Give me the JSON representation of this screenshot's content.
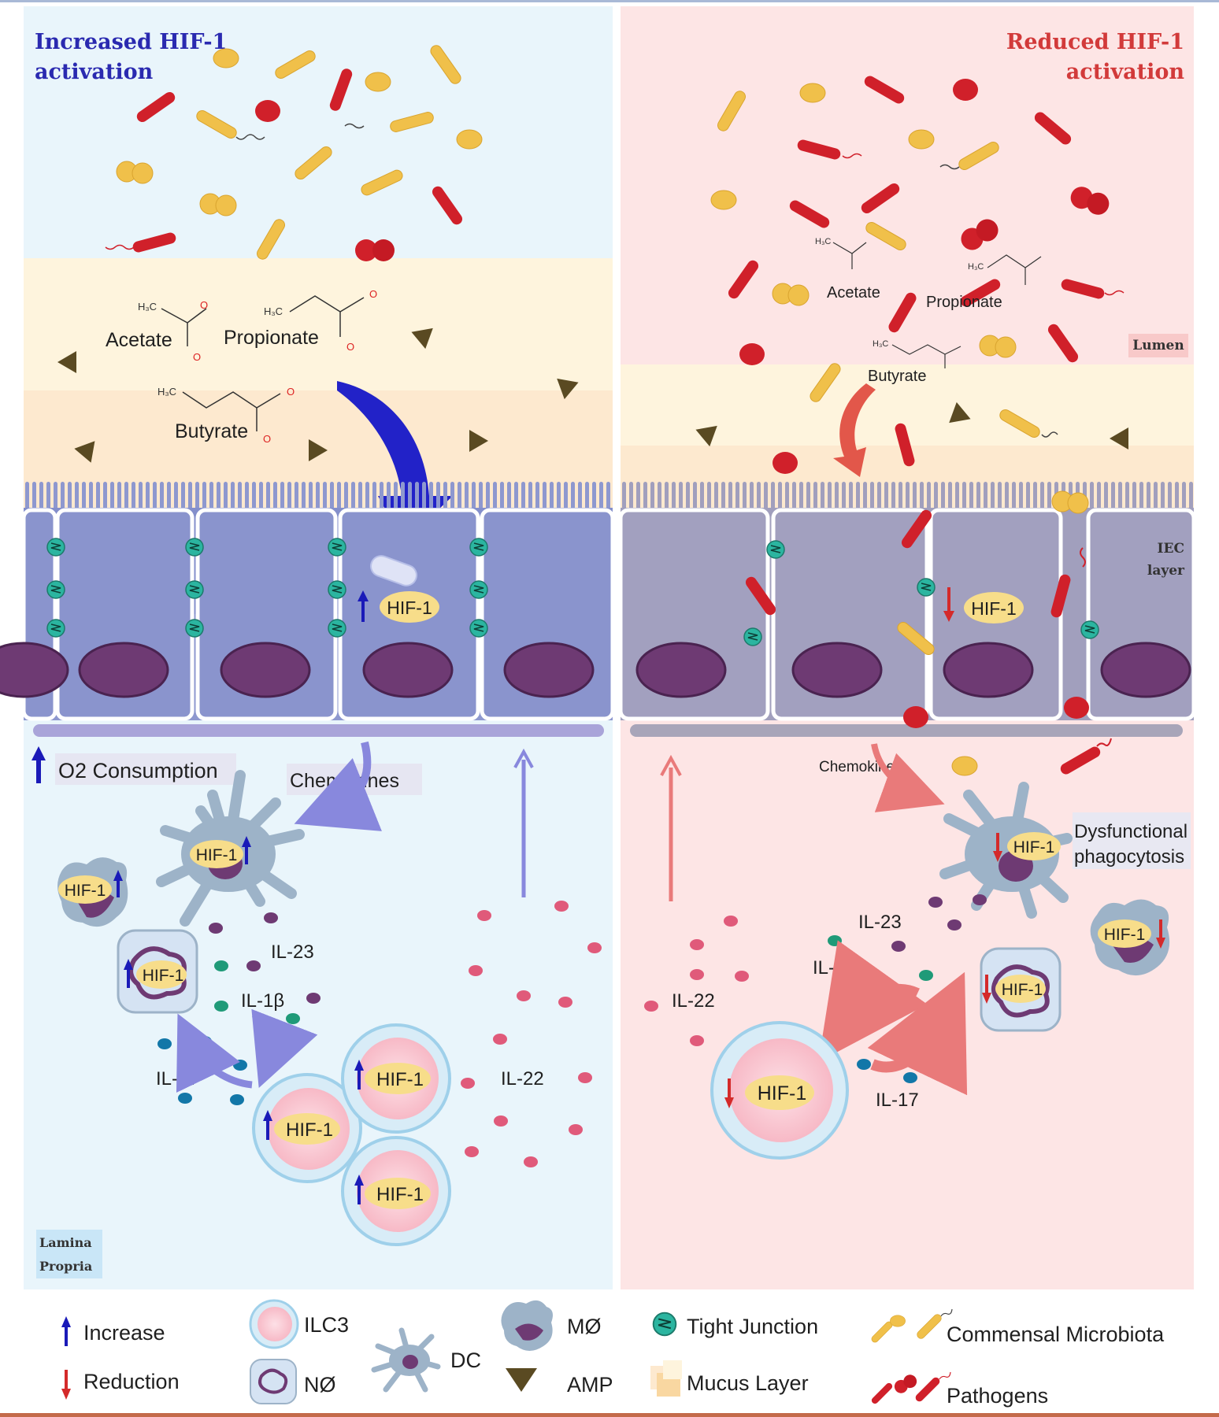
{
  "panels": {
    "left": {
      "title_line1": "Increased HIF-1",
      "title_line2": "activation"
    },
    "right": {
      "title_line1": "Reduced  HIF-1",
      "title_line2": "activation"
    }
  },
  "region_labels": {
    "lumen": "Lumen",
    "iec_line1": "IEC",
    "iec_line2": "layer",
    "lamina_line1": "Lamina",
    "lamina_line2": "Propria"
  },
  "molecules": {
    "acetate": "Acetate",
    "propionate": "Propionate",
    "butyrate": "Butyrate",
    "h3c": "H₃C"
  },
  "labels": {
    "hif1": "HIF-1",
    "o2_consumption": "O2 Consumption",
    "chemokines": "Chemokines",
    "il23": "IL-23",
    "il1b": "IL-1β",
    "il17": "IL-17",
    "il22": "IL-22",
    "dysfunctional_line1": "Dysfunctional",
    "dysfunctional_line2": "phagocytosis"
  },
  "legend": {
    "increase": "Increase",
    "reduction": "Reduction",
    "ilc3": "ILC3",
    "neutrophil": "NØ",
    "dc": "DC",
    "macrophage": "MØ",
    "amp": "AMP",
    "tight_junction": "Tight Junction",
    "mucus_layer": "Mucus Layer",
    "commensal": "Commensal Microbiota",
    "pathogens": "Pathogens"
  },
  "colors": {
    "increase_arrow": "#1a1ab8",
    "reduction_arrow": "#d42a2a",
    "left_background": "#e9f5fb",
    "right_background": "#fde5e5",
    "pathogen": "#d0202a",
    "commensal": "#f0c04a",
    "tight_junction": "#2bb5a0",
    "nucleus": "#6e3a73"
  }
}
